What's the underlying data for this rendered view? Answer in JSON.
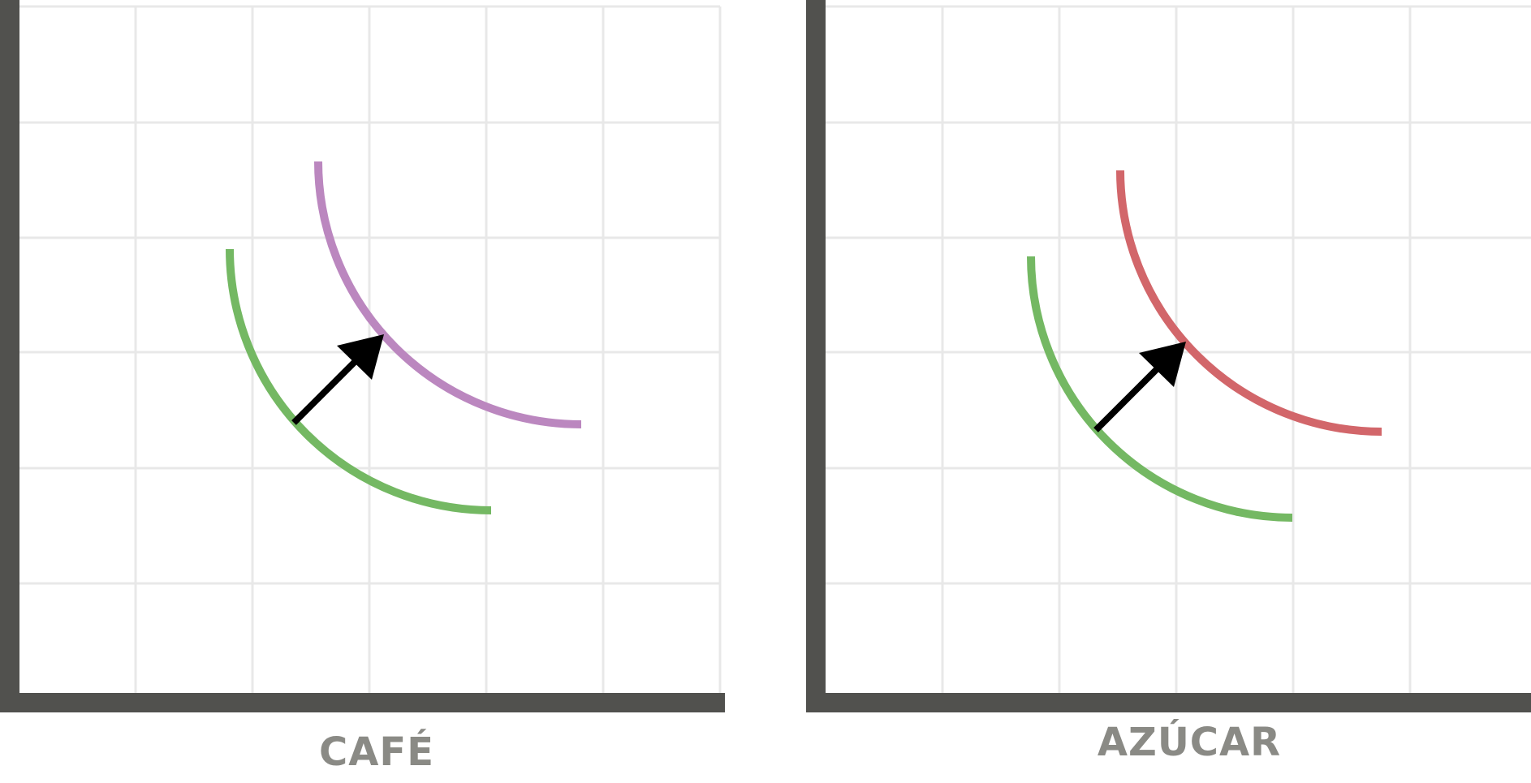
{
  "panels": [
    {
      "id": "left",
      "label": "CAFÉ",
      "curves": [
        {
          "id": "lower",
          "color": "#74b863"
        },
        {
          "id": "upper",
          "color": "#bb87bf"
        }
      ]
    },
    {
      "id": "right",
      "label": "AZÚCAR",
      "curves": [
        {
          "id": "lower",
          "color": "#74b863"
        },
        {
          "id": "upper",
          "color": "#d2666a"
        }
      ]
    }
  ],
  "colors": {
    "axis": "#51514e",
    "grid": "#e8e8e8",
    "arrow": "#000000",
    "label": "#8a8a85"
  }
}
